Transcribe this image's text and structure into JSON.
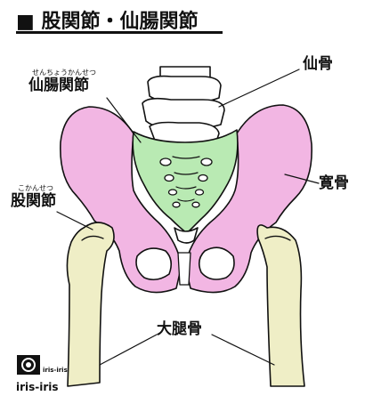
{
  "title": "■ 股関節・仙腸関節",
  "labels": {
    "sacroiliac_ruby": "せんちょうかんせつ",
    "sacroiliac": "仙腸関節",
    "sacrum": "仙骨",
    "ilium": "寛骨",
    "hip_ruby": "こかんせつ",
    "hip": "股関節",
    "femur": "大腿骨"
  },
  "logo": {
    "small": "iris-iris",
    "main": "iris-iris"
  },
  "colors": {
    "pelvis": "#f2b6e3",
    "sacrum": "#b9eab3",
    "femur": "#efeec6",
    "spine": "#ffffff",
    "outline": "#111111"
  }
}
